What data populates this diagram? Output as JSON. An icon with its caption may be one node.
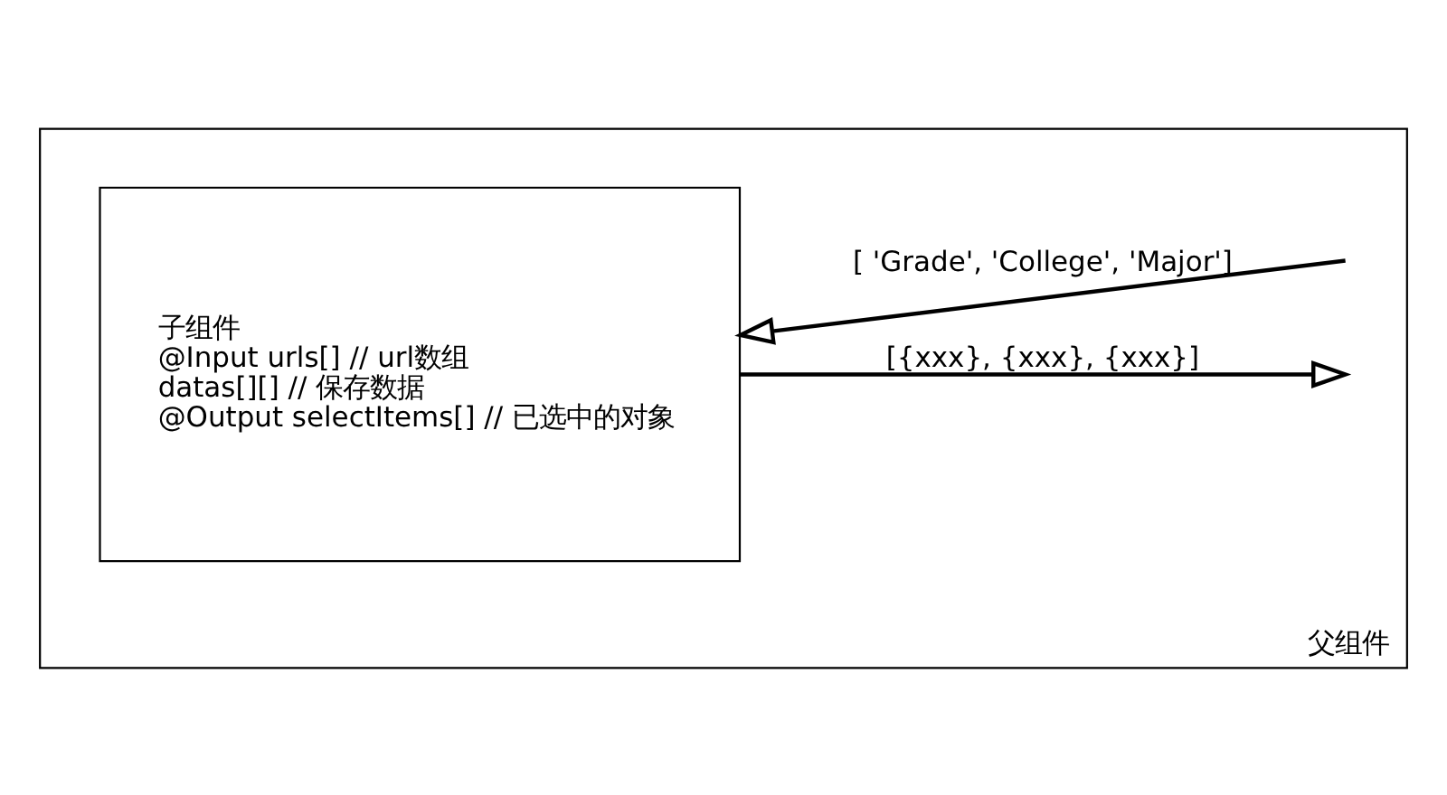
{
  "diagram": {
    "nodes": [
      {
        "text": [
          "父组件"
        ]
      },
      {
        "text": [
          "子组件",
          "@Input urls[] // url数组",
          "datas[][] // 保存数据",
          "@Output selectItems[] // 已选中的对象"
        ],
        "in": 0
      }
    ],
    "edges": [
      {
        "from": null,
        "to": 1,
        "arrow": "to",
        "label": "[ 'Grade', 'College', 'Major']"
      },
      {
        "from": 1,
        "to": null,
        "arrow": "to",
        "label": "[{xxx}, {xxx}, {xxx}]"
      }
    ]
  }
}
